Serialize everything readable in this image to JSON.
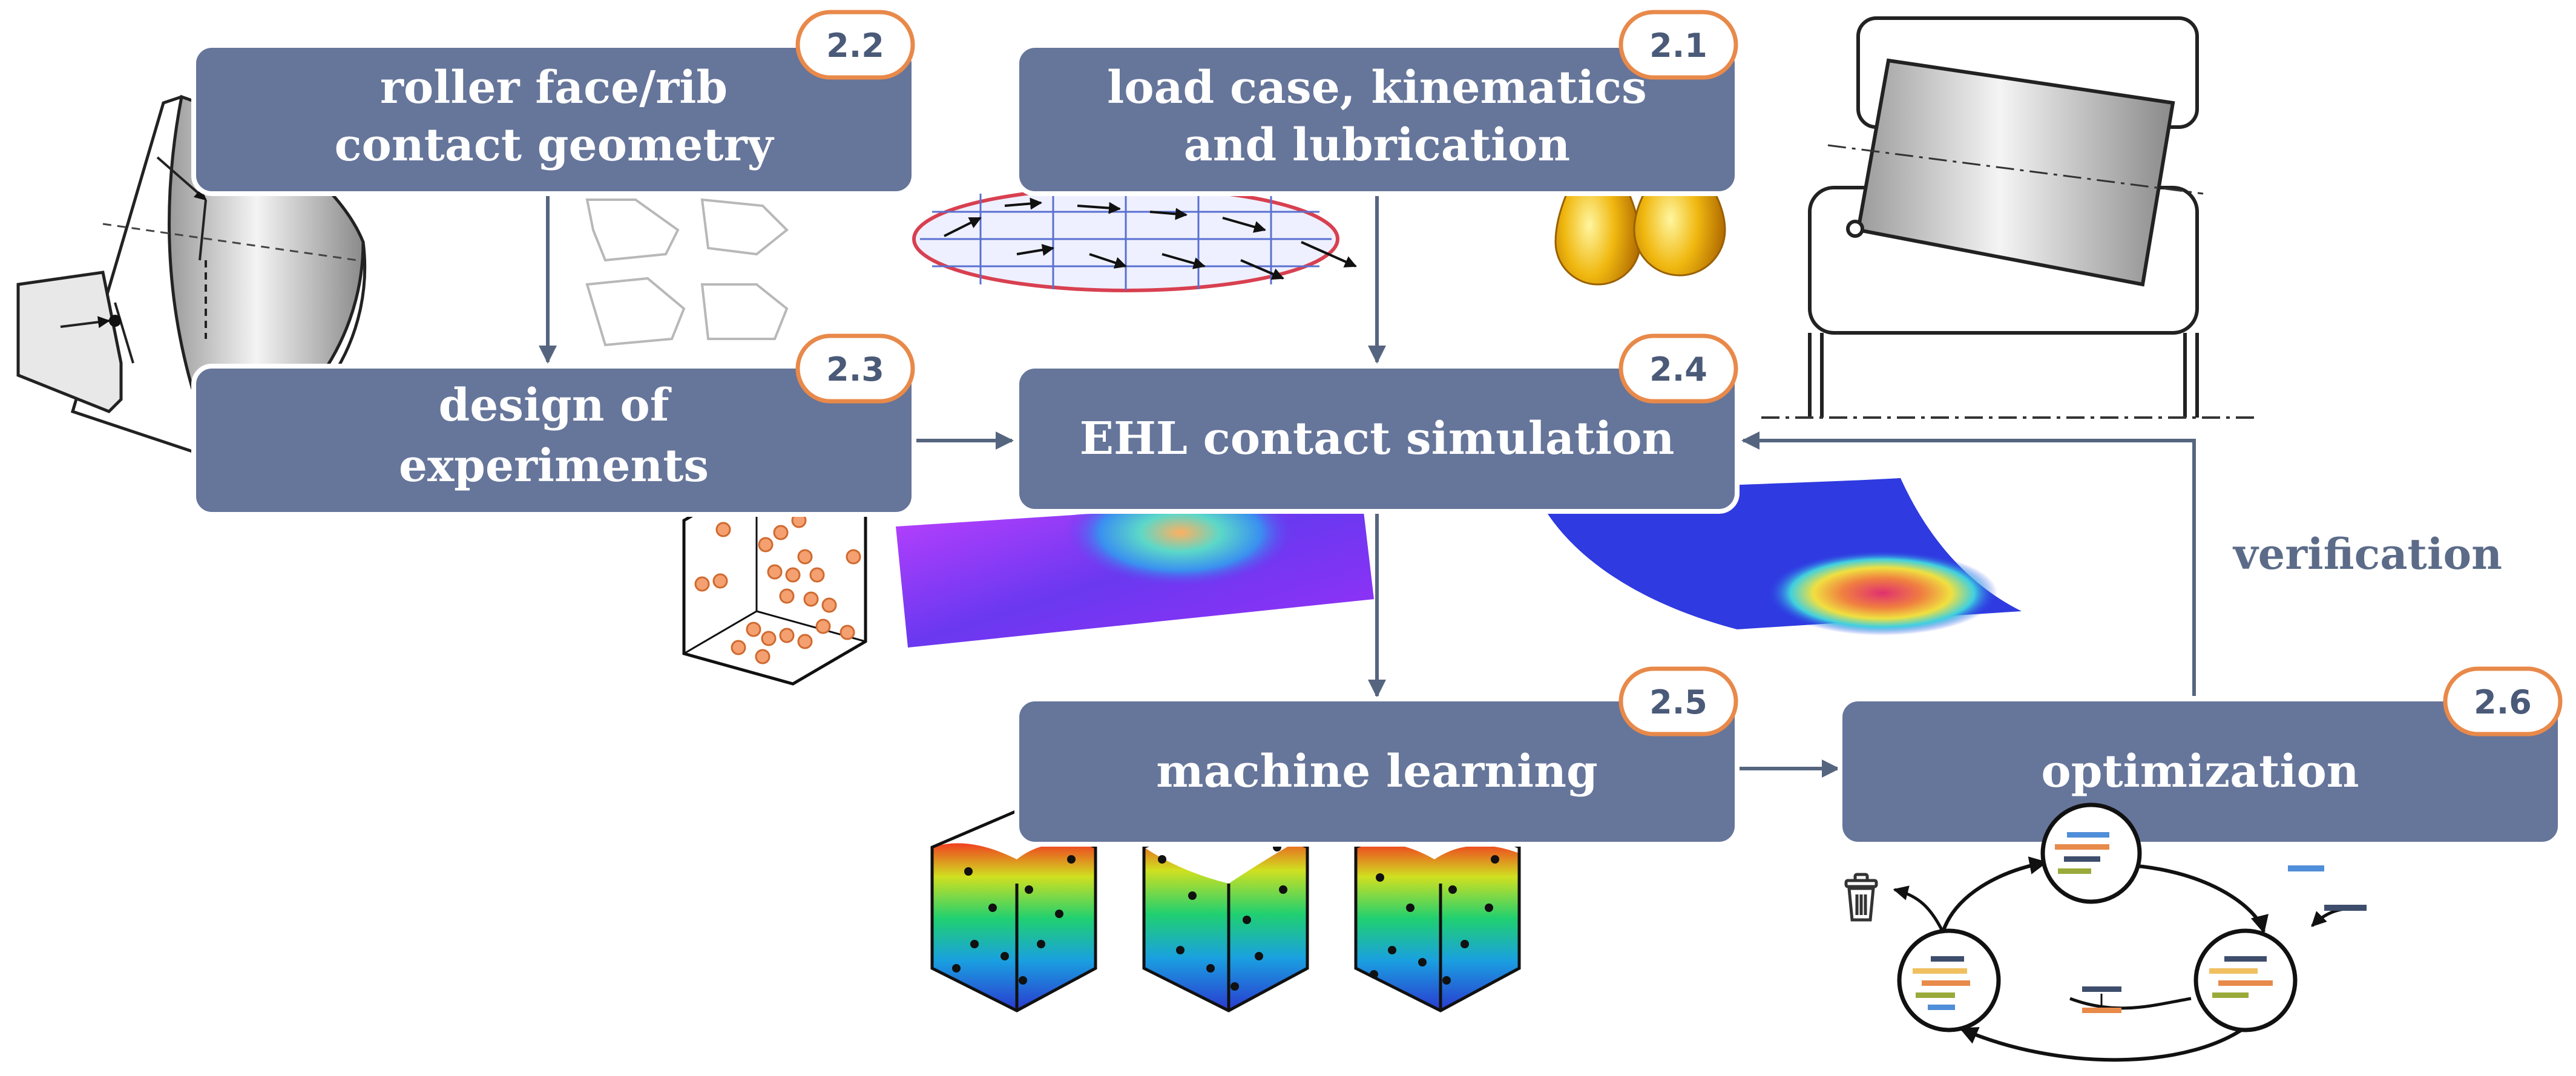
{
  "boxes": {
    "geometry": {
      "id": "2.2",
      "line1": "roller face/rib",
      "line2": "contact geometry"
    },
    "load": {
      "id": "2.1",
      "line1": "load case, kinematics",
      "line2": "and lubrication"
    },
    "doe": {
      "id": "2.3",
      "line1": "design of",
      "line2": "experiments"
    },
    "ehl": {
      "id": "2.4",
      "line1": "EHL contact simulation"
    },
    "ml": {
      "id": "2.5",
      "line1": "machine learning"
    },
    "opt": {
      "id": "2.6",
      "line1": "optimization"
    }
  },
  "labels": {
    "verification": "verification"
  },
  "colors": {
    "box": "#66759a",
    "badge_border": "#e8894a",
    "arrow": "#56657f",
    "accent_orange": "#e88a4a"
  },
  "icons": [
    "trash-icon",
    "oil-drop-icon",
    "bearing-icon",
    "scatter-cube-icon",
    "surface-plot-icon"
  ]
}
